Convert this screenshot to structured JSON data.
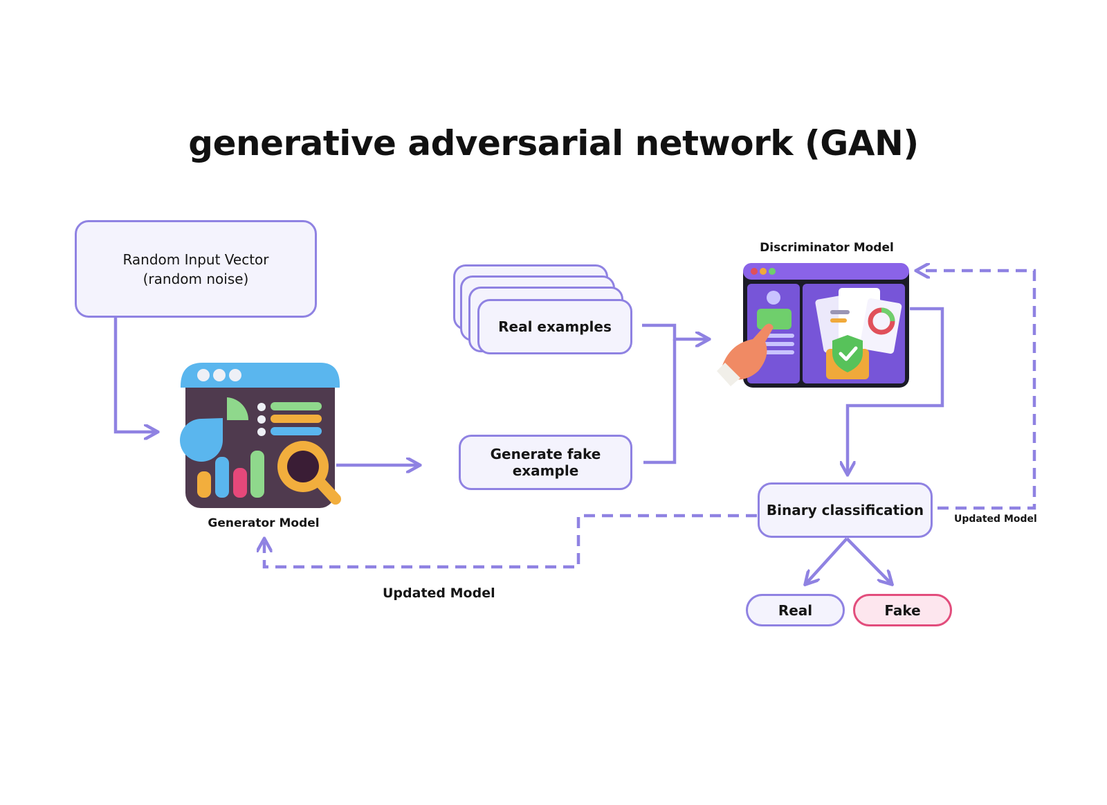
{
  "title": "generative adversarial network (GAN)",
  "nodes": {
    "random_input": {
      "line1": "Random Input Vector",
      "line2": "(random noise)"
    },
    "generator": {
      "label": "Generator Model",
      "icon": "analytics-dashboard-icon"
    },
    "real_examples": {
      "label": "Real examples"
    },
    "generate_fake": {
      "label": "Generate fake example"
    },
    "discriminator": {
      "label": "Discriminator Model",
      "icon": "secure-documents-screen-icon"
    },
    "binary": {
      "label": "Binary classification"
    },
    "real": {
      "label": "Real"
    },
    "fake": {
      "label": "Fake"
    }
  },
  "feedback": {
    "to_generator": "Updated Model",
    "to_discriminator": "Updated Model"
  },
  "colors": {
    "accent": "#8f82e2",
    "box_fill": "#f4f3fd",
    "fake_border": "#e24d7c",
    "fake_fill": "#fde6ee"
  }
}
